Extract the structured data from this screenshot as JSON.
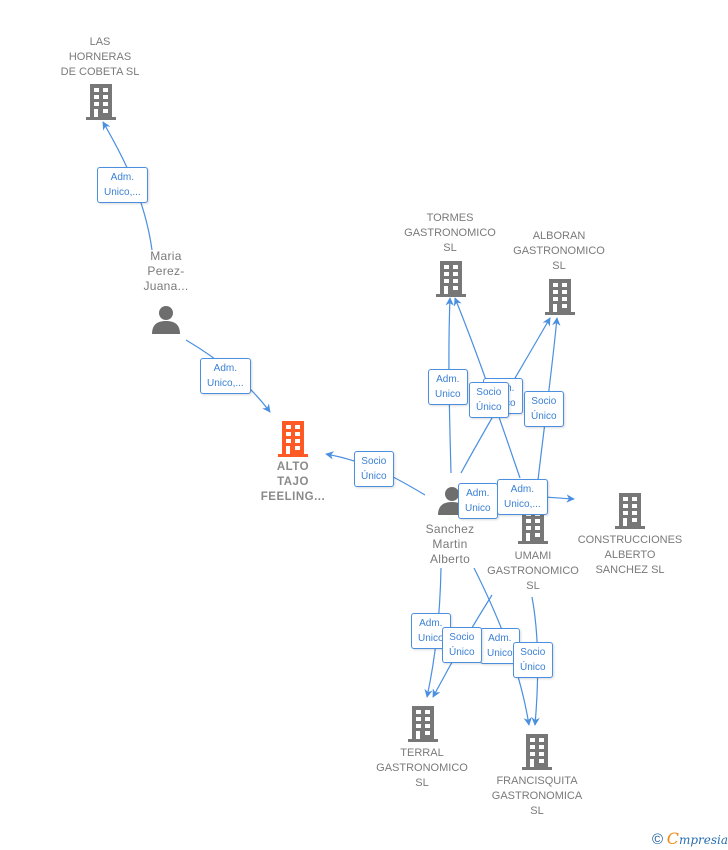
{
  "colors": {
    "edge": "#4a8fe0",
    "node_icon": "#777777",
    "focus_icon": "#ff5a26",
    "label_text": "#7a7a7a"
  },
  "nodes": {
    "las_horneras": {
      "label": "LAS\nHORNERAS\nDE COBETA  SL",
      "type": "company"
    },
    "maria": {
      "label": "Maria\nPerez-\nJuana...",
      "type": "person"
    },
    "alto_tajo": {
      "label": "ALTO\nTAJO\nFEELING...",
      "type": "company-focus"
    },
    "tormes": {
      "label": "TORMES\nGASTRONOMICO\nSL",
      "type": "company"
    },
    "alboran": {
      "label": "ALBORAN\nGASTRONOMICO\nSL",
      "type": "company"
    },
    "sanchez": {
      "label": "Sanchez\nMartin\nAlberto",
      "type": "person"
    },
    "umami": {
      "label": "UMAMI\nGASTRONOMICO\nSL",
      "type": "company"
    },
    "construcciones": {
      "label": "CONSTRUCCIONES\nALBERTO\nSANCHEZ  SL",
      "type": "company"
    },
    "terral": {
      "label": "TERRAL\nGASTRONOMICO\nSL",
      "type": "company"
    },
    "francisquita": {
      "label": "FRANCISQUITA\nGASTRONOMICA\nSL",
      "type": "company"
    }
  },
  "edge_labels": {
    "maria_horneras": "Adm.\nUnico,...",
    "maria_altotajo": "Adm.\nUnico,...",
    "sanchez_altotajo": "Socio\nÚnico",
    "sanchez_tormes_adm": "Adm.\nUnico",
    "sanchez_alboran_adm": "Adm.\nUnico",
    "sanchez_tormes_socio": "Socio\nÚnico",
    "sanchez_alboran_socio": "Socio\nÚnico",
    "sanchez_umami_adm": "Adm.\nUnico",
    "sanchez_construcciones_adm": "Adm.\nUnico,...",
    "sanchez_terral_adm": "Adm.\nUnico",
    "sanchez_terral_socio": "Socio\nÚnico",
    "sanchez_francisquita_adm": "Adm.\nUnico",
    "sanchez_francisquita_socio": "Socio\nÚnico"
  },
  "footer": {
    "copyright_symbol": "©",
    "brand_first": "C",
    "brand_rest": "mpresia"
  }
}
